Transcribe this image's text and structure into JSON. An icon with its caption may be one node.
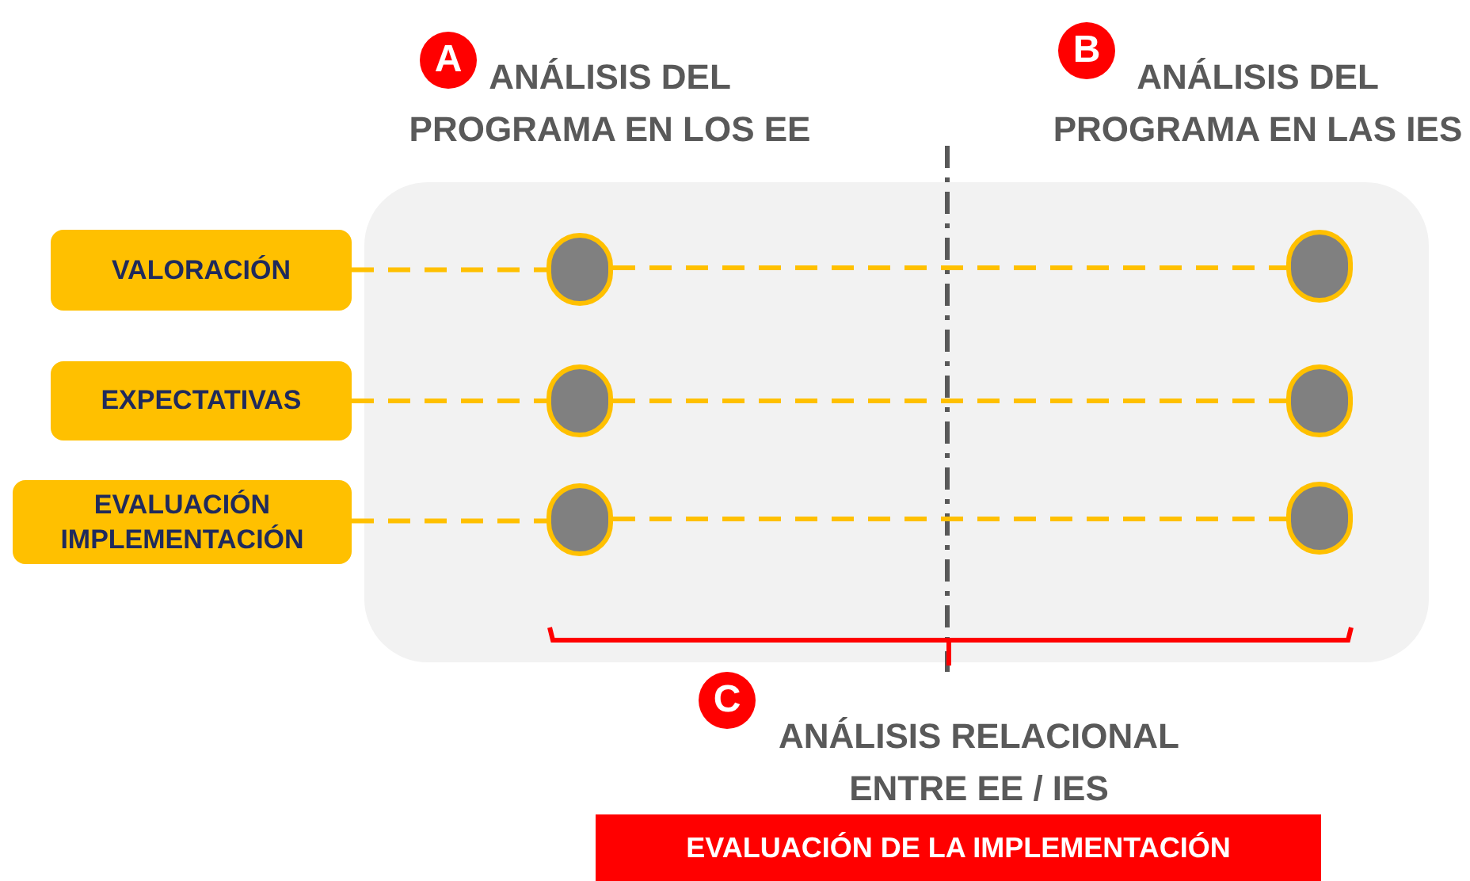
{
  "diagram": {
    "nodes": [
      {
        "text": [],
        "shape": "box"
      },
      {
        "text": [
          "VALORACIÓN"
        ]
      },
      {
        "text": [
          "EXPECTATIVAS"
        ]
      },
      {
        "text": [
          "EVALUACIÓN IMPLEMENTACIÓN"
        ]
      },
      {
        "text": [],
        "shape": "circle",
        "in": 0
      },
      {
        "text": [],
        "shape": "circle",
        "in": 0
      },
      {
        "text": [],
        "shape": "circle",
        "in": 0
      },
      {
        "text": [],
        "shape": "circle",
        "in": 0
      },
      {
        "text": [],
        "shape": "circle",
        "in": 0
      },
      {
        "text": [],
        "shape": "circle",
        "in": 0
      },
      {
        "text": [
          "A"
        ],
        "beside": [
          "ANÁLISIS DEL PROGRAMA EN LOS EE"
        ]
      },
      {
        "text": [
          "B"
        ],
        "beside": [
          "ANÁLISIS DEL PROGRAMA EN LAS IES"
        ]
      },
      {
        "text": [
          "C"
        ],
        "beside": [
          "ANÁLISIS RELACIONAL ENTRE EE / IES"
        ]
      },
      {
        "text": [
          "EVALUACIÓN DE LA IMPLEMENTACIÓN"
        ]
      }
    ],
    "edges": [
      {
        "from": 1,
        "to": 4,
        "arrow": "none",
        "style": "dashed"
      },
      {
        "from": 4,
        "to": 7,
        "arrow": "none",
        "style": "dashed"
      },
      {
        "from": 2,
        "to": 5,
        "arrow": "none",
        "style": "dashed"
      },
      {
        "from": 5,
        "to": 8,
        "arrow": "none",
        "style": "dashed"
      },
      {
        "from": 3,
        "to": 6,
        "arrow": "none",
        "style": "dashed"
      },
      {
        "from": 6,
        "to": 9,
        "arrow": "none",
        "style": "dashed"
      }
    ]
  }
}
